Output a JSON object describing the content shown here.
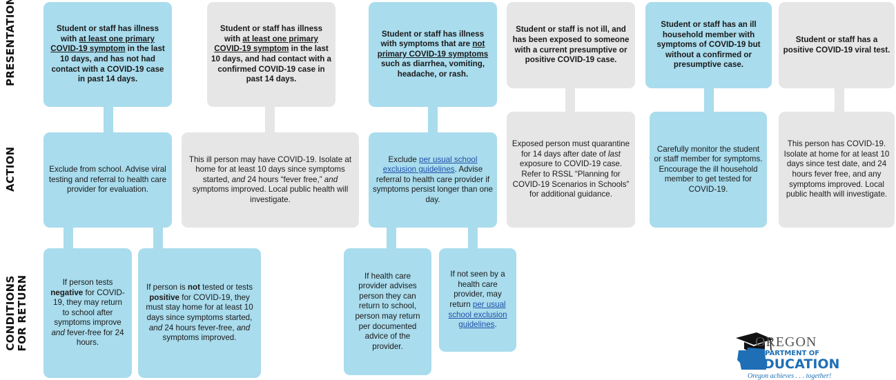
{
  "row_labels": {
    "presentation": "PRESENTATION",
    "action": "ACTION",
    "conditions": "CONDITIONS FOR RETURN"
  },
  "presentation": [
    {
      "pre": "Student or staff has illness with ",
      "link": "at least one primary COVID-19 symptom",
      "post": " in the last 10 days, and has not had contact with a COVID-19 case in past 14 days."
    },
    {
      "pre": "Student or staff has illness with ",
      "link": "at least one primary COVID-19 symptom",
      "post": " in the last 10 days, and had contact with a confirmed COVID-19 case in past 14 days."
    },
    {
      "pre": "Student or staff has illness with symptoms that are ",
      "link": "not primary COVID-19 symptoms",
      "post": " such as diarrhea, vomiting, headache, or rash."
    },
    {
      "pre": "Student or staff is not ill, and has been exposed to someone with a current presumptive or positive COVID-19 case.",
      "link": "",
      "post": ""
    },
    {
      "pre": "Student or staff has an ill household member with symptoms of COVID-19 but without a confirmed or presumptive case.",
      "link": "",
      "post": ""
    },
    {
      "pre": "Student or staff has a positive COVID-19 viral test.",
      "link": "",
      "post": ""
    }
  ],
  "action": {
    "a1": "Exclude from school. Advise viral testing and referral to health care provider for evaluation.",
    "a2_pre": "This ill person may have COVID-19. Isolate at home for at least 10 days since symptoms started, ",
    "a2_and1": "and",
    "a2_mid": " 24 hours “fever free,” ",
    "a2_and2": "and",
    "a2_post": " symptoms improved. Local public health will investigate.",
    "a3_pre": "Exclude ",
    "a3_link": "per usual school exclusion guidelines",
    "a3_post": ". Advise referral to health care provider if symptoms persist longer than one day.",
    "a4_pre": "Exposed person must quarantine for 14 days after date of ",
    "a4_last": "last",
    "a4_post": " exposure to COVID-19 case. Refer to RSSL “Planning for COVID-19 Scenarios in Schools” for additional guidance.",
    "a5": "Carefully monitor the student or staff member for symptoms. Encourage the ill household member to get tested for COVID-19.",
    "a6": "This person has COVID-19. Isolate at home for at least 10 days since test date, and 24 hours fever free, and any symptoms improved. Local public health will investigate."
  },
  "conditions": {
    "c1_pre": "If person tests ",
    "c1_neg": "negative",
    "c1_mid": " for COVID-19, they may return to school after symptoms improve ",
    "c1_and": "and",
    "c1_post": " fever-free for 24 hours.",
    "c2_pre": "If person is ",
    "c2_not": "not",
    "c2_mid1": " tested or tests ",
    "c2_pos": "positive",
    "c2_mid2": " for COVID-19, they must stay home for at least 10 days since symptoms started, ",
    "c2_and1": "and",
    "c2_mid3": " 24 hours fever-free, ",
    "c2_and2": "and",
    "c2_post": " symptoms improved.",
    "c3": "If health care provider advises person they can return to school, person may return per documented advice of the provider.",
    "c4_pre": "If not seen by a health care provider, may return ",
    "c4_link": "per usual school exclusion guidelines",
    "c4_post": "."
  },
  "logo": {
    "oregon": "OREGON",
    "dept": "DEPARTMENT OF",
    "education": "EDUCATION",
    "tagline": "Oregon achieves . . . together!"
  },
  "colors": {
    "blue": "#a9dced",
    "gray": "#e6e6e6",
    "link": "#1f4fa8",
    "brand": "#1e6fb5"
  }
}
